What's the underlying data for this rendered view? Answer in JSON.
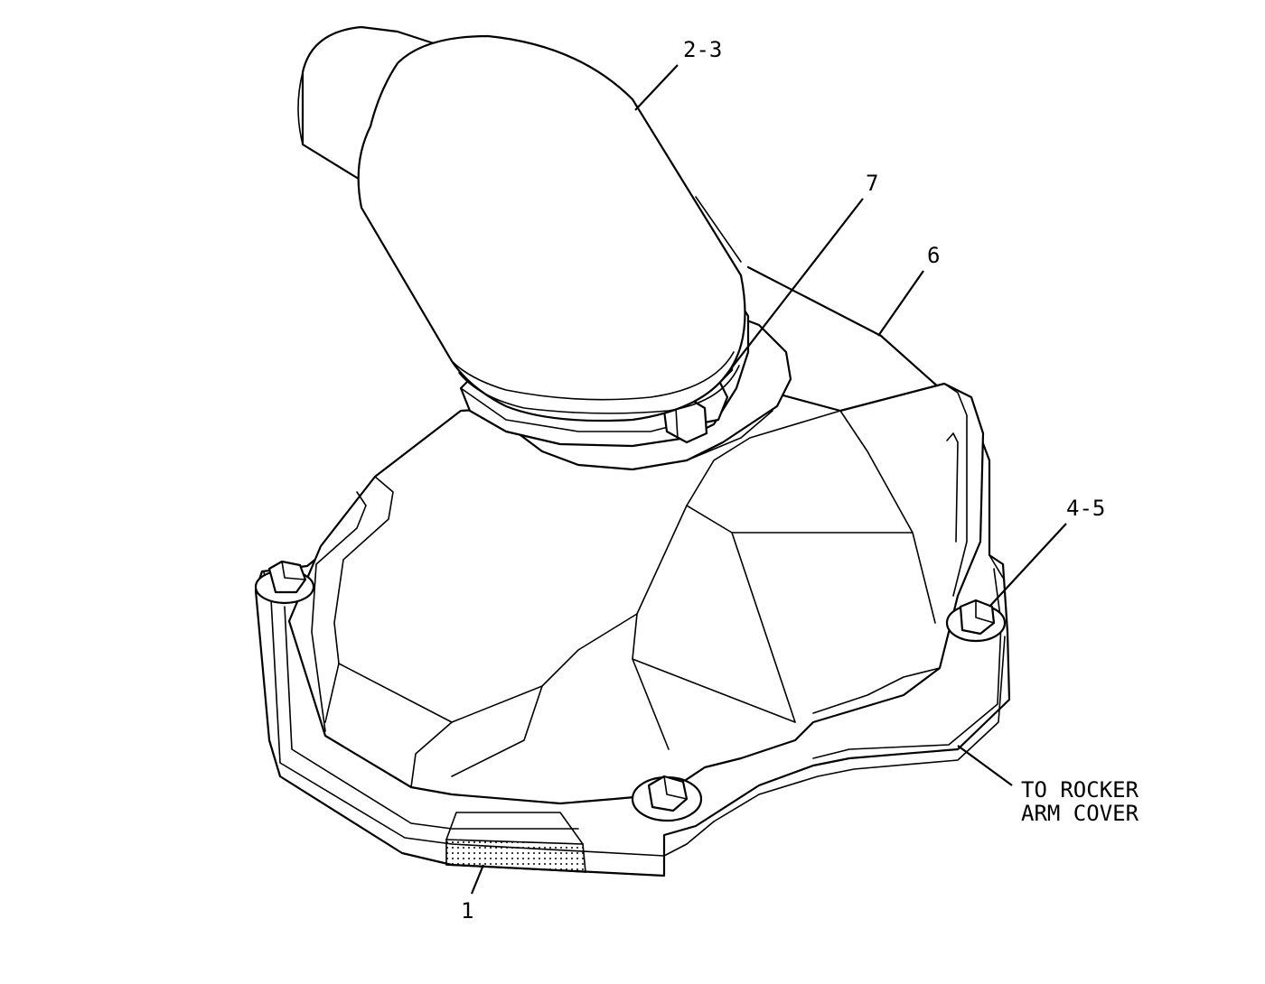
{
  "diagram": {
    "callouts": {
      "c23": "2-3",
      "c7": "7",
      "c6": "6",
      "c45": "4-5",
      "c1": "1",
      "note_line1": "TO ROCKER",
      "note_line2": "ARM COVER"
    }
  }
}
